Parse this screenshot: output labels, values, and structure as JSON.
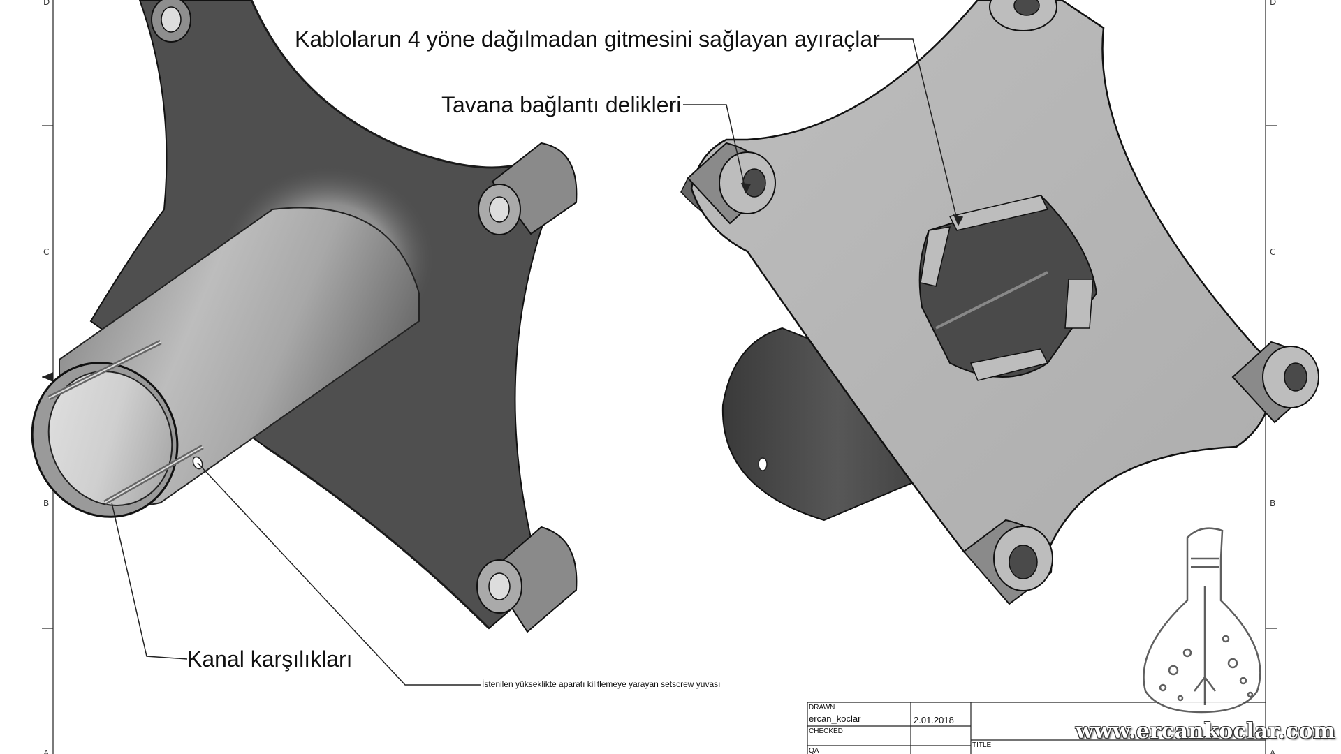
{
  "drawing": {
    "labels": {
      "separators": "Kablolarun 4 yöne dağılmadan gitmesini sağlayan ayıraçlar",
      "ceiling_holes": "Tavana bağlantı delikleri",
      "channel_mates": "Kanal karşılıkları",
      "setscrew": "İstenilen yükseklikte aparatı kilitlemeye yarayan setscrew yuvası"
    },
    "zones": {
      "left": [
        "D",
        "C",
        "B",
        "A"
      ],
      "right": [
        "D",
        "C",
        "B",
        "A"
      ]
    }
  },
  "title_block": {
    "drawn_label": "DRAWN",
    "drawn_by": "ercan_koclar",
    "date": "2.01.2018",
    "checked_label": "CHECKED",
    "qa_label": "QA",
    "title_label": "TITLE"
  },
  "watermark": {
    "url": "www.ercankoclar.com",
    "logo_icon": "flask-rocket-logo-icon"
  }
}
